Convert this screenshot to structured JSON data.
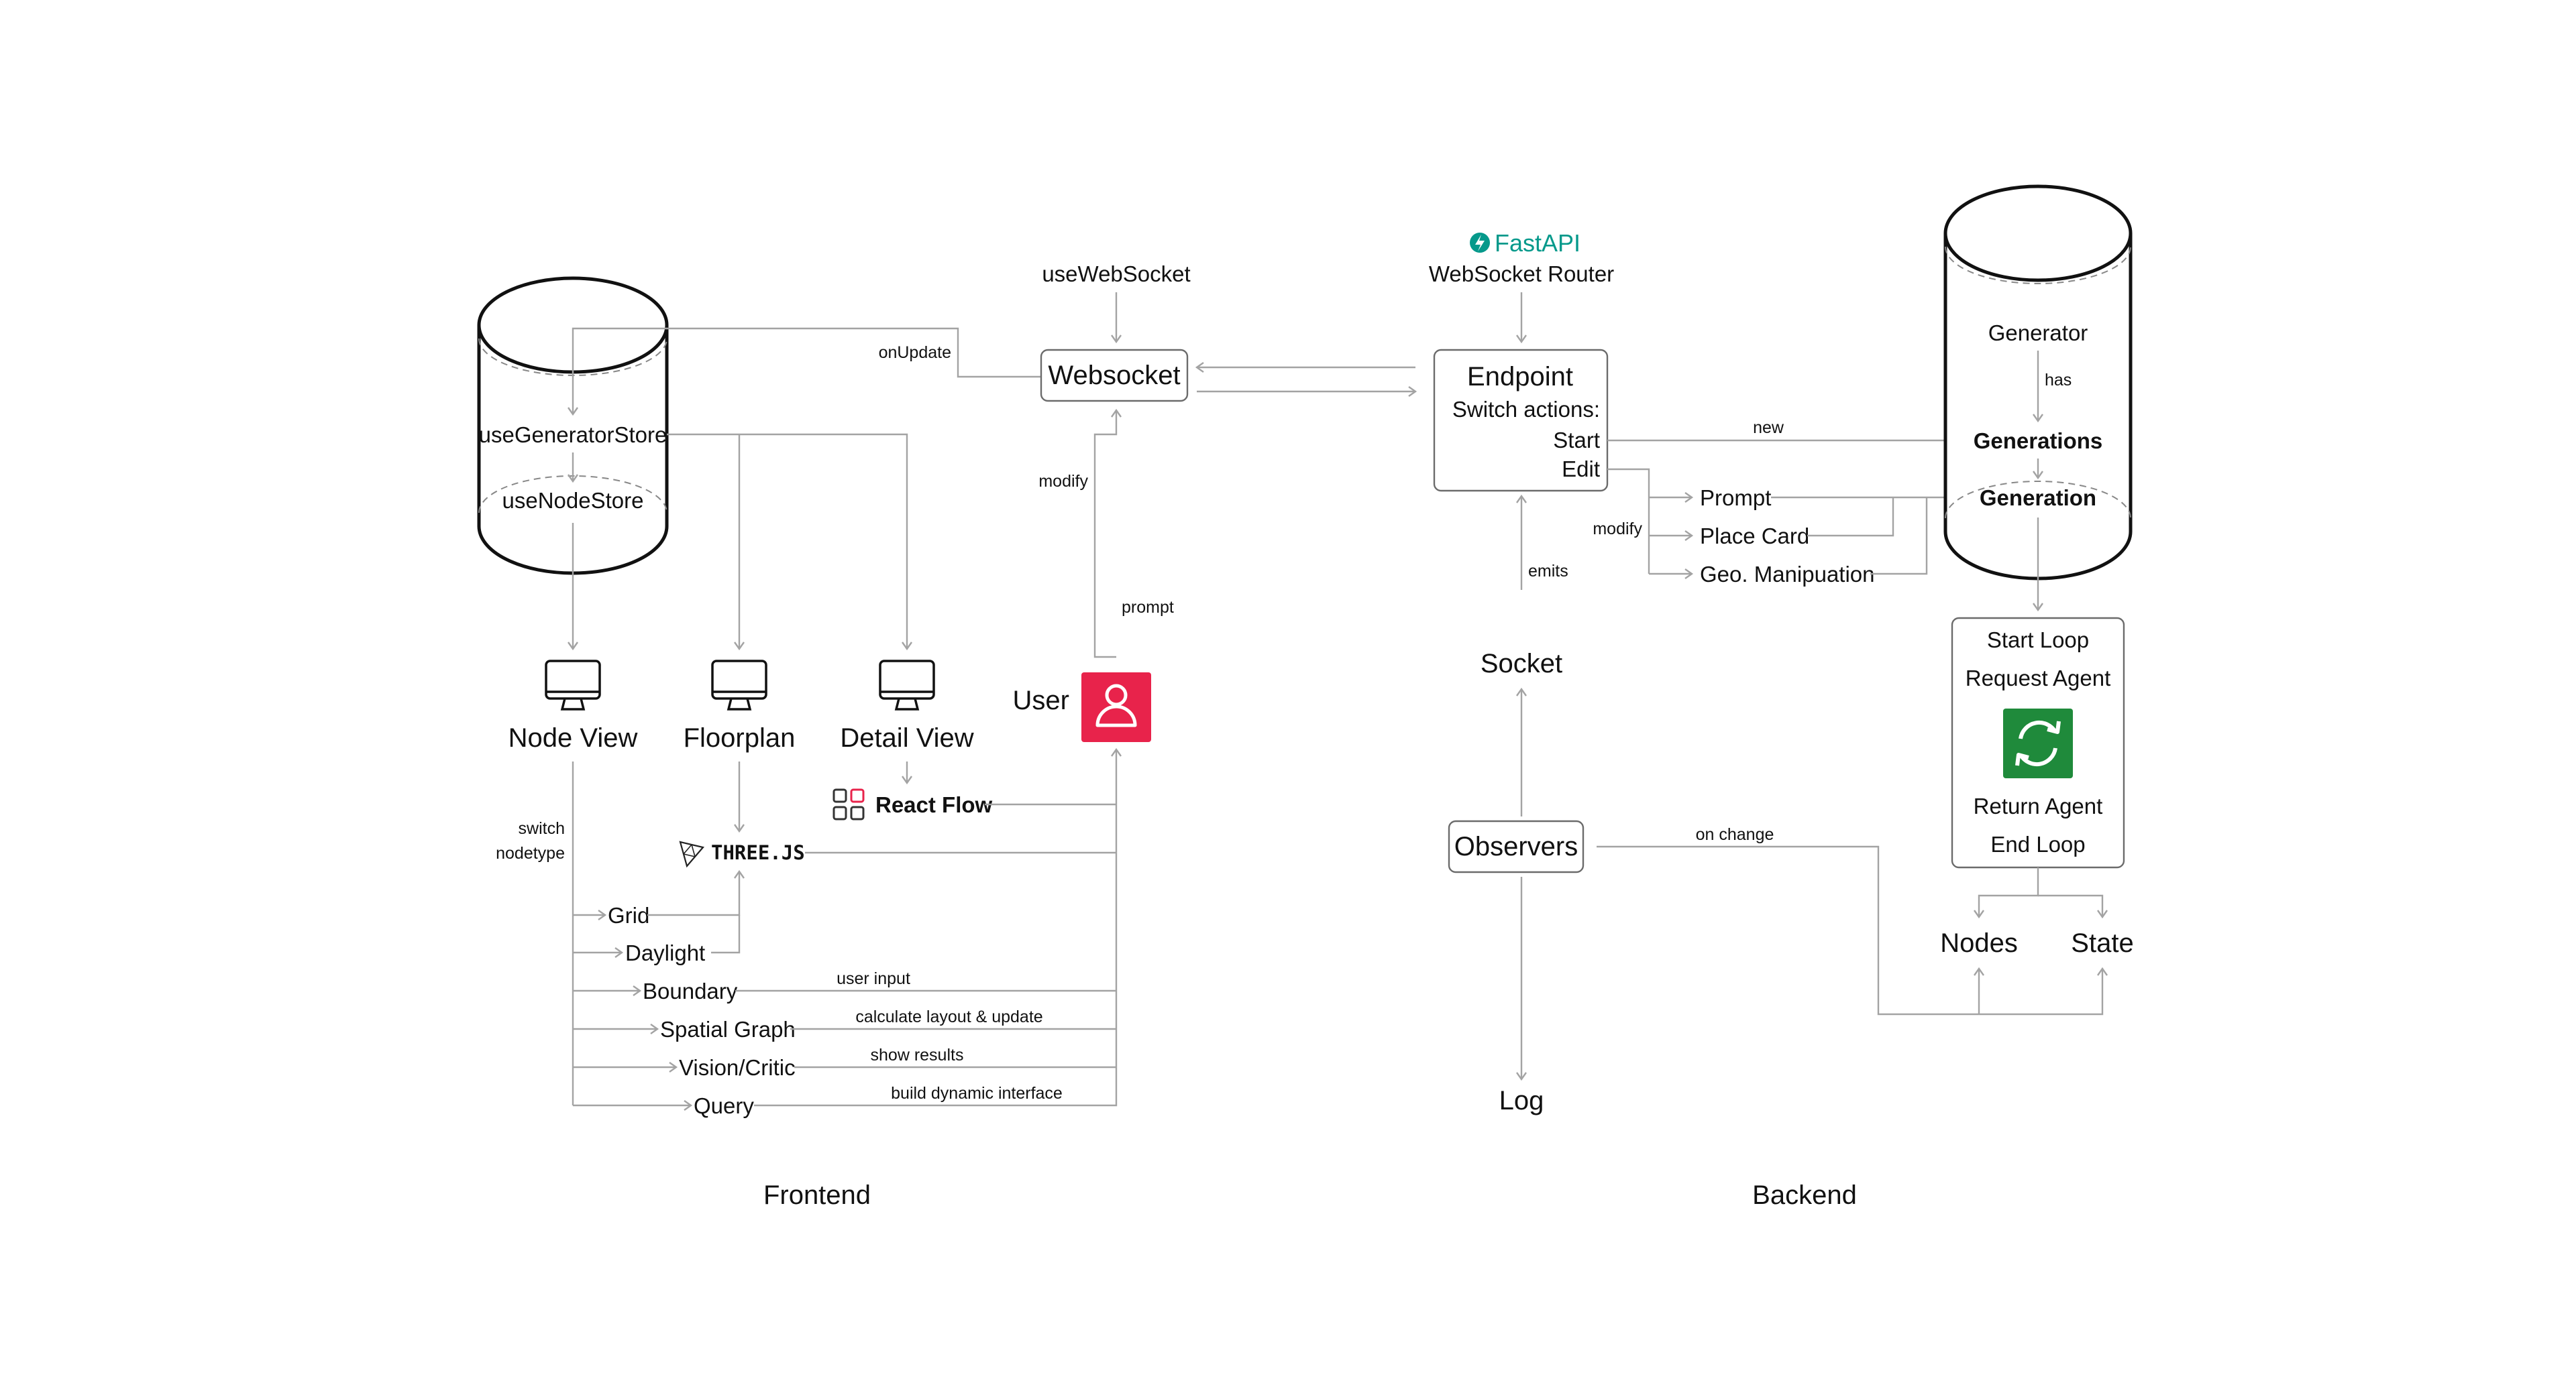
{
  "frontend": {
    "section_label": "Frontend",
    "store_top": "useGeneratorStore",
    "store_bottom": "useNodeStore",
    "on_update_label": "onUpdate",
    "views": {
      "node_view": "Node View",
      "floorplan": "Floorplan",
      "detail_view": "Detail View"
    },
    "react_flow": "React Flow",
    "threejs": "THREE.JS",
    "switch_label_1": "switch",
    "switch_label_2": "nodetype",
    "node_types": [
      "Grid",
      "Daylight",
      "Boundary",
      "Spatial Graph",
      "Vision/Critic",
      "Query"
    ],
    "edge_labels": {
      "boundary": "user input",
      "spatial_graph": "calculate layout & update",
      "vision_critic": "show results",
      "query": "build dynamic interface"
    },
    "hook_label": "useWebSocket",
    "websocket": "Websocket",
    "modify_label": "modify",
    "prompt_label": "prompt",
    "user_label": "User"
  },
  "backend": {
    "section_label": "Backend",
    "fastapi": "FastAPI",
    "router": "WebSocket Router",
    "endpoint": {
      "title": "Endpoint",
      "subtitle": "Switch actions:",
      "start": "Start",
      "edit": "Edit"
    },
    "new_label": "new",
    "modify_label": "modify",
    "edit_actions": [
      "Prompt",
      "Place Card",
      "Geo. Manipuation"
    ],
    "emits_label": "emits",
    "socket": "Socket",
    "observers": "Observers",
    "log": "Log",
    "on_change_label": "on change",
    "db": {
      "generator": "Generator",
      "has_label": "has",
      "generations": "Generations",
      "generation": "Generation"
    },
    "loop": {
      "start": "Start Loop",
      "request": "Request Agent",
      "return": "Return Agent",
      "end": "End Loop"
    },
    "nodes": "Nodes",
    "state": "State"
  },
  "colors": {
    "user_icon_bg": "#e8234b",
    "loop_icon_bg": "#1f8a3b",
    "fastapi": "#05998b",
    "line": "#a3a3a3",
    "text": "#111111"
  },
  "icons": [
    "monitor-icon",
    "user-icon",
    "refresh-icon",
    "react-flow-icon",
    "threejs-icon",
    "fastapi-icon",
    "database-icon"
  ]
}
